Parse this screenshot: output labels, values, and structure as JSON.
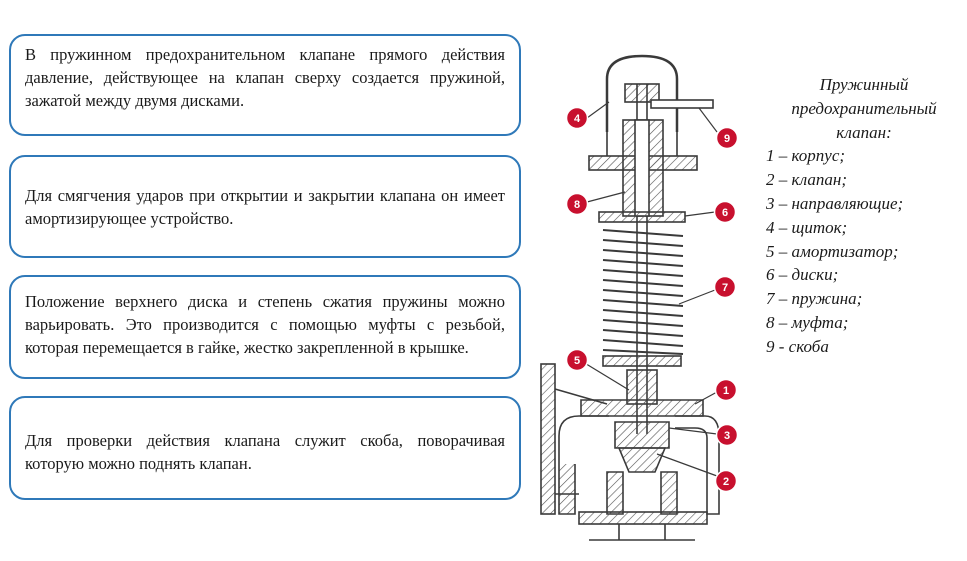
{
  "descriptions": [
    "В пружинном предохранительном клапане прямого действия давление, действующее на клапан сверху создается пружиной, зажатой между двумя дисками.",
    "Для смягчения ударов при открытии и закрытии клапана он имеет амортизирующее устройство.",
    "Положение верхнего диска и степень сжатия пружины можно варьировать. Это производится с помощью муфты с резьбой, которая перемещается в гайке, жестко закрепленной в крышке.",
    "Для проверки действия клапана служит скоба, поворачивая которую можно поднять клапан."
  ],
  "legend": {
    "title": "Пружинный предохранительный клапан:",
    "items": [
      "1 – корпус;",
      "2 – клапан;",
      "3 – направляющие;",
      "4 – щиток;",
      "5 – амортизатор;",
      "6 – диски;",
      "7 – пружина;",
      "8 – муфта;",
      "9 - скоба"
    ]
  },
  "callouts": [
    "1",
    "2",
    "3",
    "4",
    "5",
    "6",
    "7",
    "8",
    "9"
  ],
  "colors": {
    "box_border": "#2f79b9",
    "callout_fill": "#c8102e",
    "drawing_line": "#3a3a3a"
  }
}
